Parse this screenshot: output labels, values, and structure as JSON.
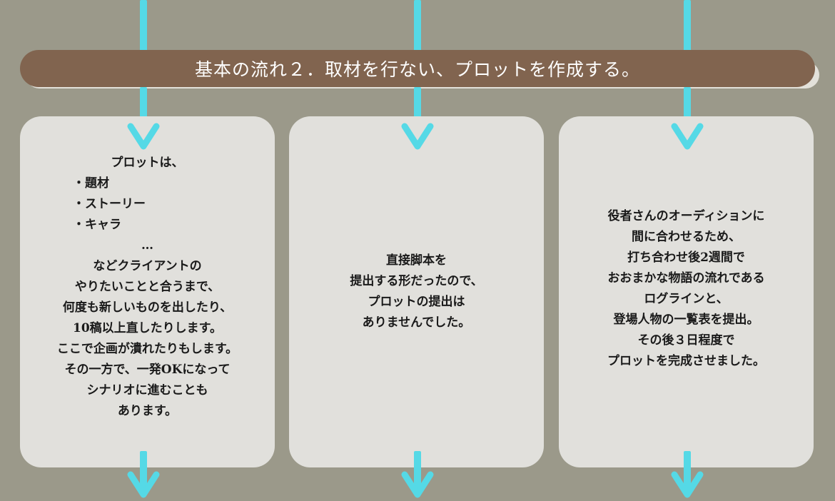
{
  "banner": {
    "title": "基本の流れ２．取材を行ない、プロットを作成する。"
  },
  "columns": [
    {
      "intro": "プロットは、",
      "bullets": [
        "・題材",
        "・ストーリー",
        "・キャラ"
      ],
      "ellipsis": "…",
      "lines": [
        "などクライアントの",
        "やりたいことと合うまで、",
        "何度も新しいものを出したり、",
        "10稿以上直したりします。",
        "ここで企画が潰れたりもします。",
        "その一方で、一発OKになって",
        "シナリオに進むことも",
        "あります。"
      ]
    },
    {
      "lines": [
        "直接脚本を",
        "提出する形だったので、",
        "プロットの提出は",
        "ありませんでした。"
      ]
    },
    {
      "lines": [
        "役者さんのオーディションに",
        "間に合わせるため、",
        "打ち合わせ後2週間で",
        "おおまかな物語の流れである",
        "ログラインと、",
        "登場人物の一覧表を提出。",
        "その後３日程度で",
        "プロットを完成させました。"
      ]
    }
  ],
  "colors": {
    "background": "#9b998a",
    "banner": "#81644f",
    "card": "#e1e0dc",
    "connector": "#55d9e6"
  }
}
